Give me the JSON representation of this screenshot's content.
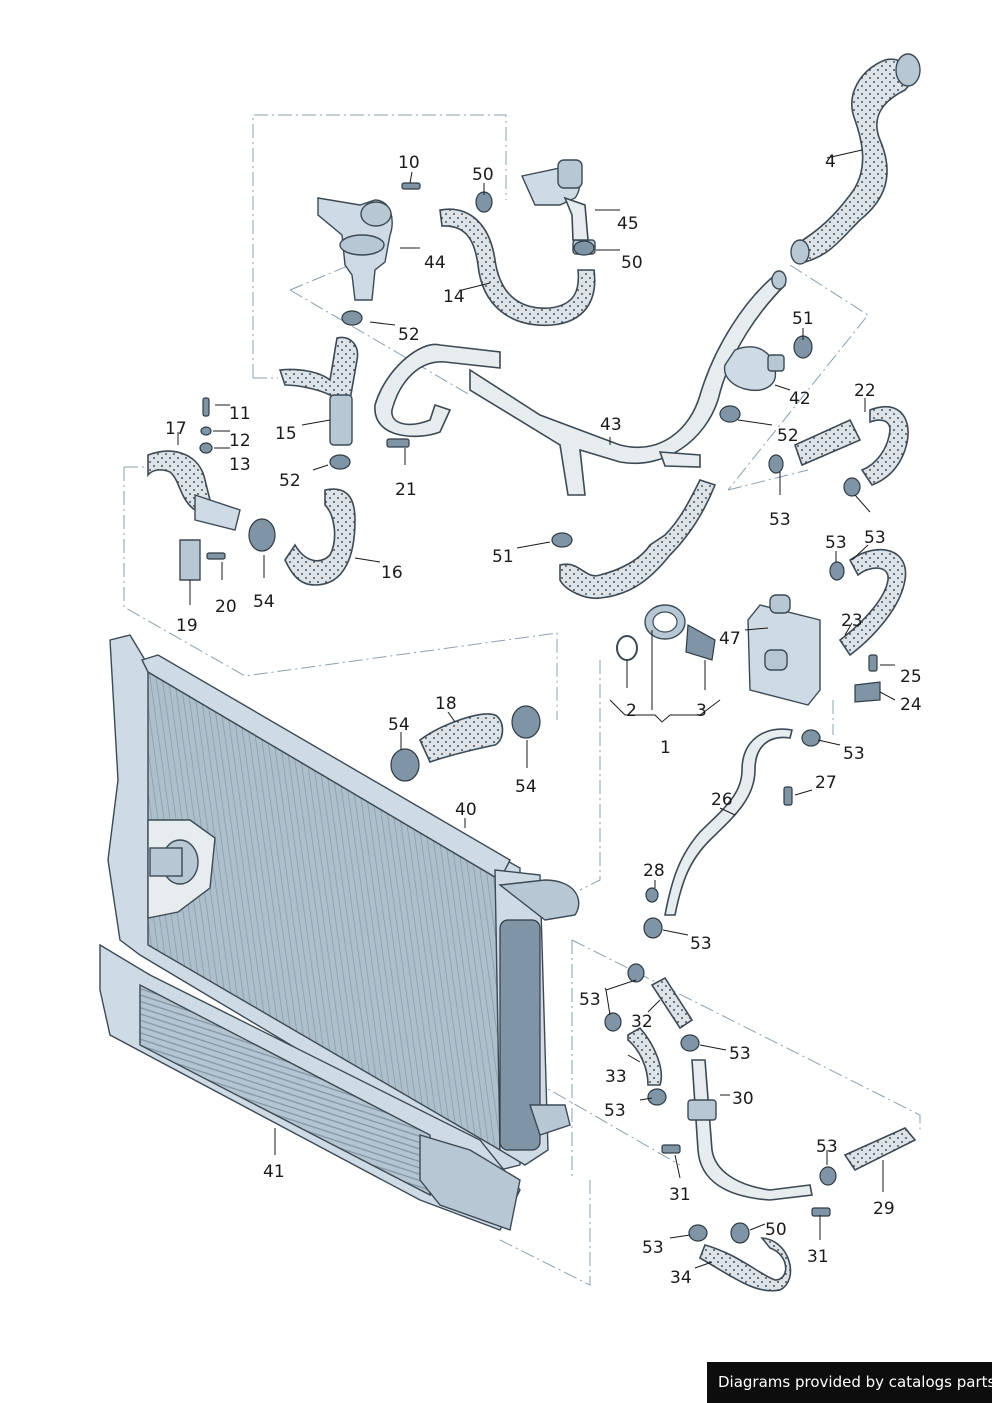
{
  "footer": {
    "text": "Diagrams provided by catalogs parts"
  },
  "callouts": {
    "n1": "1",
    "n2": "2",
    "n3": "3",
    "n4": "4",
    "n10": "10",
    "n11": "11",
    "n12": "12",
    "n13": "13",
    "n14": "14",
    "n15": "15",
    "n16": "16",
    "n17": "17",
    "n18": "18",
    "n19": "19",
    "n20": "20",
    "n21": "21",
    "n22": "22",
    "n23": "23",
    "n24": "24",
    "n25": "25",
    "n26": "26",
    "n27": "27",
    "n28": "28",
    "n29": "29",
    "n30": "30",
    "n31": "31",
    "n32": "32",
    "n33": "33",
    "n34": "34",
    "n40": "40",
    "n41": "41",
    "n42": "42",
    "n43": "43",
    "n44": "44",
    "n45": "45",
    "n47": "47",
    "n50": "50",
    "n51": "51",
    "n52": "52",
    "n53": "53",
    "n54": "54"
  },
  "colors": {
    "line_art": "#3c4a56",
    "part_fill": "#b7c7d3",
    "hose_fill": "#dde3e6",
    "dash_line": "#8aa0b2",
    "footer_bg": "#0d0d0d"
  }
}
